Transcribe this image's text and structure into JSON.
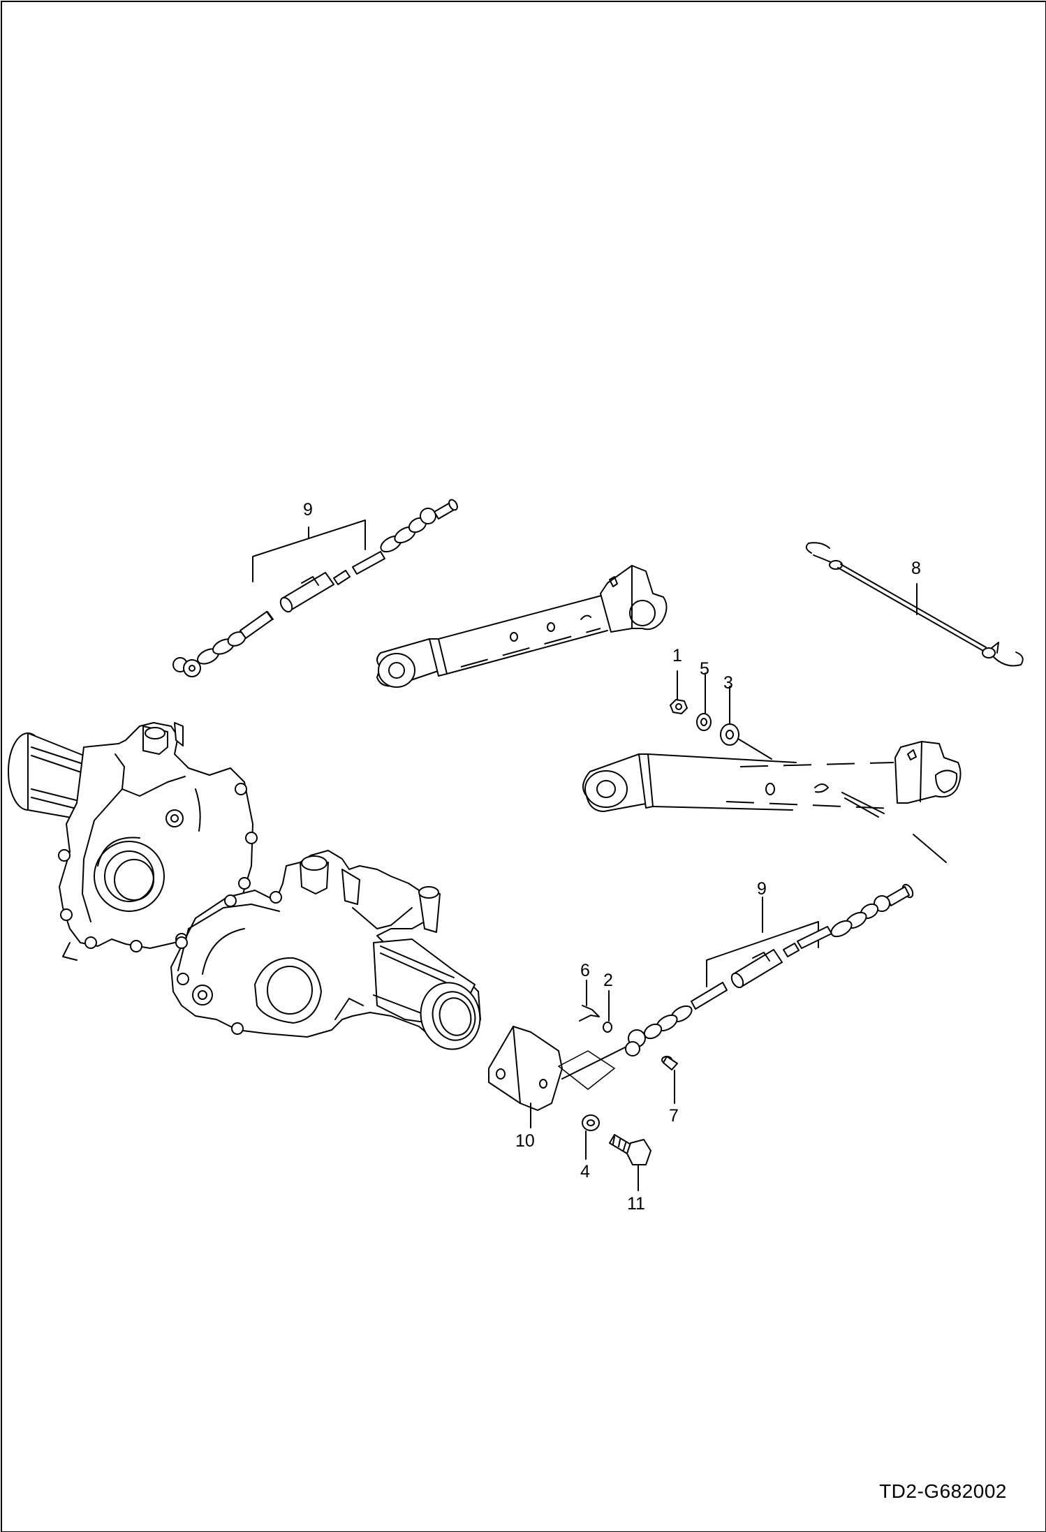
{
  "diagram": {
    "code": "TD2-G682002",
    "callouts": {
      "c1": "1",
      "c2": "2",
      "c3": "3",
      "c4": "4",
      "c5": "5",
      "c6": "6",
      "c7": "7",
      "c8": "8",
      "c9a": "9",
      "c9b": "9",
      "c10": "10",
      "c11": "11"
    }
  }
}
